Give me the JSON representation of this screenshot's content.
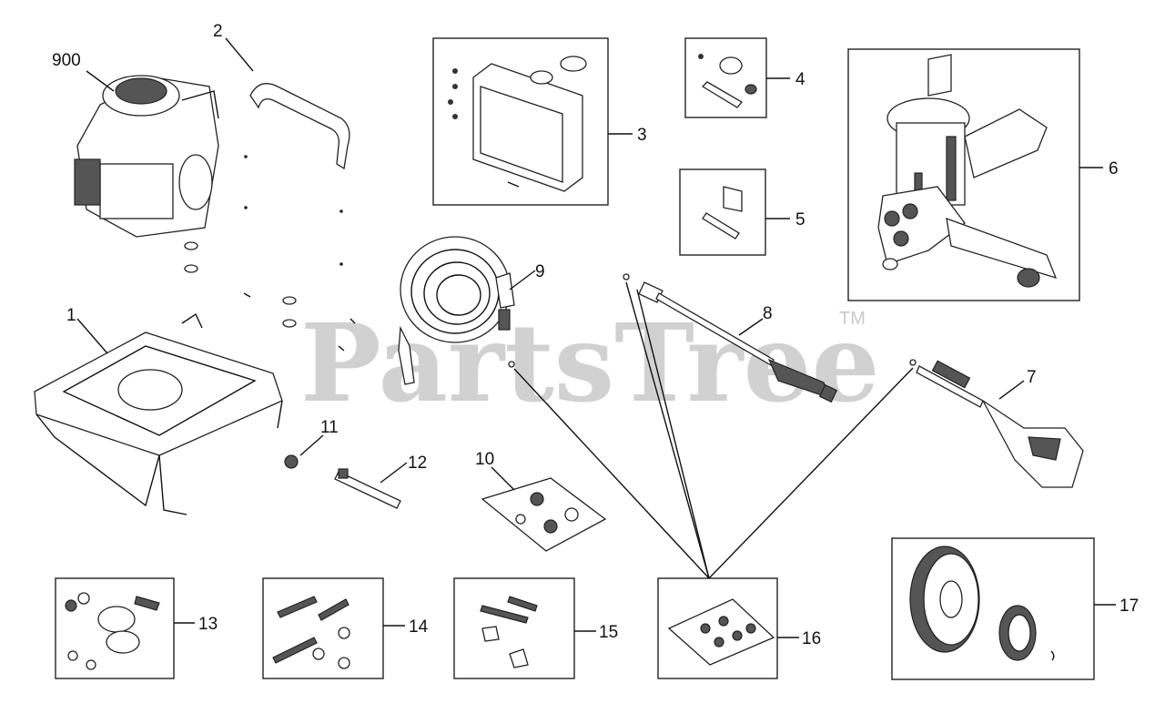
{
  "watermark": {
    "text": "PartsTree",
    "mark": "TM"
  },
  "callouts": [
    {
      "id": "c900",
      "label": "900"
    },
    {
      "id": "c1",
      "label": "1"
    },
    {
      "id": "c2",
      "label": "2"
    },
    {
      "id": "c3",
      "label": "3"
    },
    {
      "id": "c4",
      "label": "4"
    },
    {
      "id": "c5",
      "label": "5"
    },
    {
      "id": "c6",
      "label": "6"
    },
    {
      "id": "c7",
      "label": "7"
    },
    {
      "id": "c8",
      "label": "8"
    },
    {
      "id": "c9",
      "label": "9"
    },
    {
      "id": "c10",
      "label": "10"
    },
    {
      "id": "c11",
      "label": "11"
    },
    {
      "id": "c12",
      "label": "12"
    },
    {
      "id": "c13",
      "label": "13"
    },
    {
      "id": "c14",
      "label": "14"
    },
    {
      "id": "c15",
      "label": "15"
    },
    {
      "id": "c16",
      "label": "16"
    },
    {
      "id": "c17",
      "label": "17"
    }
  ]
}
